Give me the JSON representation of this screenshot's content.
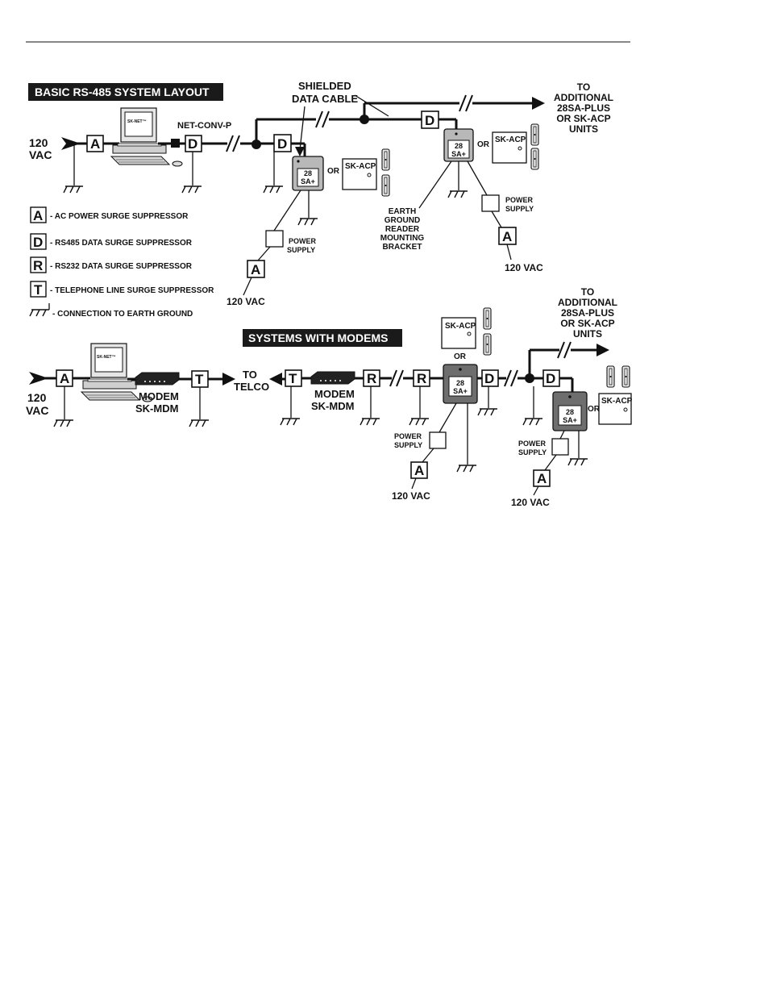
{
  "sections": {
    "basic_title": "BASIC RS-485 SYSTEM LAYOUT",
    "modem_title": "SYSTEMS WITH MODEMS"
  },
  "labels": {
    "vac_120_line1": "120",
    "vac_120_line2": "VAC",
    "vac_120": "120 VAC",
    "net_conv": "NET-CONV-P",
    "sk_net": "SK-NET™",
    "shielded_1": "SHIELDED",
    "shielded_2": "DATA CABLE",
    "to_additional": [
      "TO",
      "ADDITIONAL",
      "28SA-PLUS",
      "OR SK-ACP",
      "UNITS"
    ],
    "or": "OR",
    "sk_acp": "SK-ACP",
    "unit_28": "28",
    "unit_sa": "SA+",
    "power_1": "POWER",
    "power_2": "SUPPLY",
    "earth": [
      "EARTH",
      "GROUND",
      "READER",
      "MOUNTING",
      "BRACKET"
    ],
    "modem_1": "MODEM",
    "modem_2": "SK-MDM",
    "telco_1": "TO",
    "telco_2": "TELCO"
  },
  "boxes": {
    "A": "A",
    "D": "D",
    "R": "R",
    "T": "T"
  },
  "legend": [
    {
      "key": "A",
      "text": "- AC POWER SURGE SUPPRESSOR"
    },
    {
      "key": "D",
      "text": "- RS485 DATA SURGE SUPPRESSOR"
    },
    {
      "key": "R",
      "text": "- RS232 DATA SURGE SUPPRESSOR"
    },
    {
      "key": "T",
      "text": "- TELEPHONE LINE SURGE SUPPRESSOR"
    },
    {
      "key": "ground",
      "text": "- CONNECTION TO EARTH GROUND"
    }
  ],
  "colors": {
    "ink": "#111111",
    "title_bg": "#1a1a1a",
    "unit_gray": "#b8b8b8",
    "unit_dark": "#6e6e6e"
  }
}
